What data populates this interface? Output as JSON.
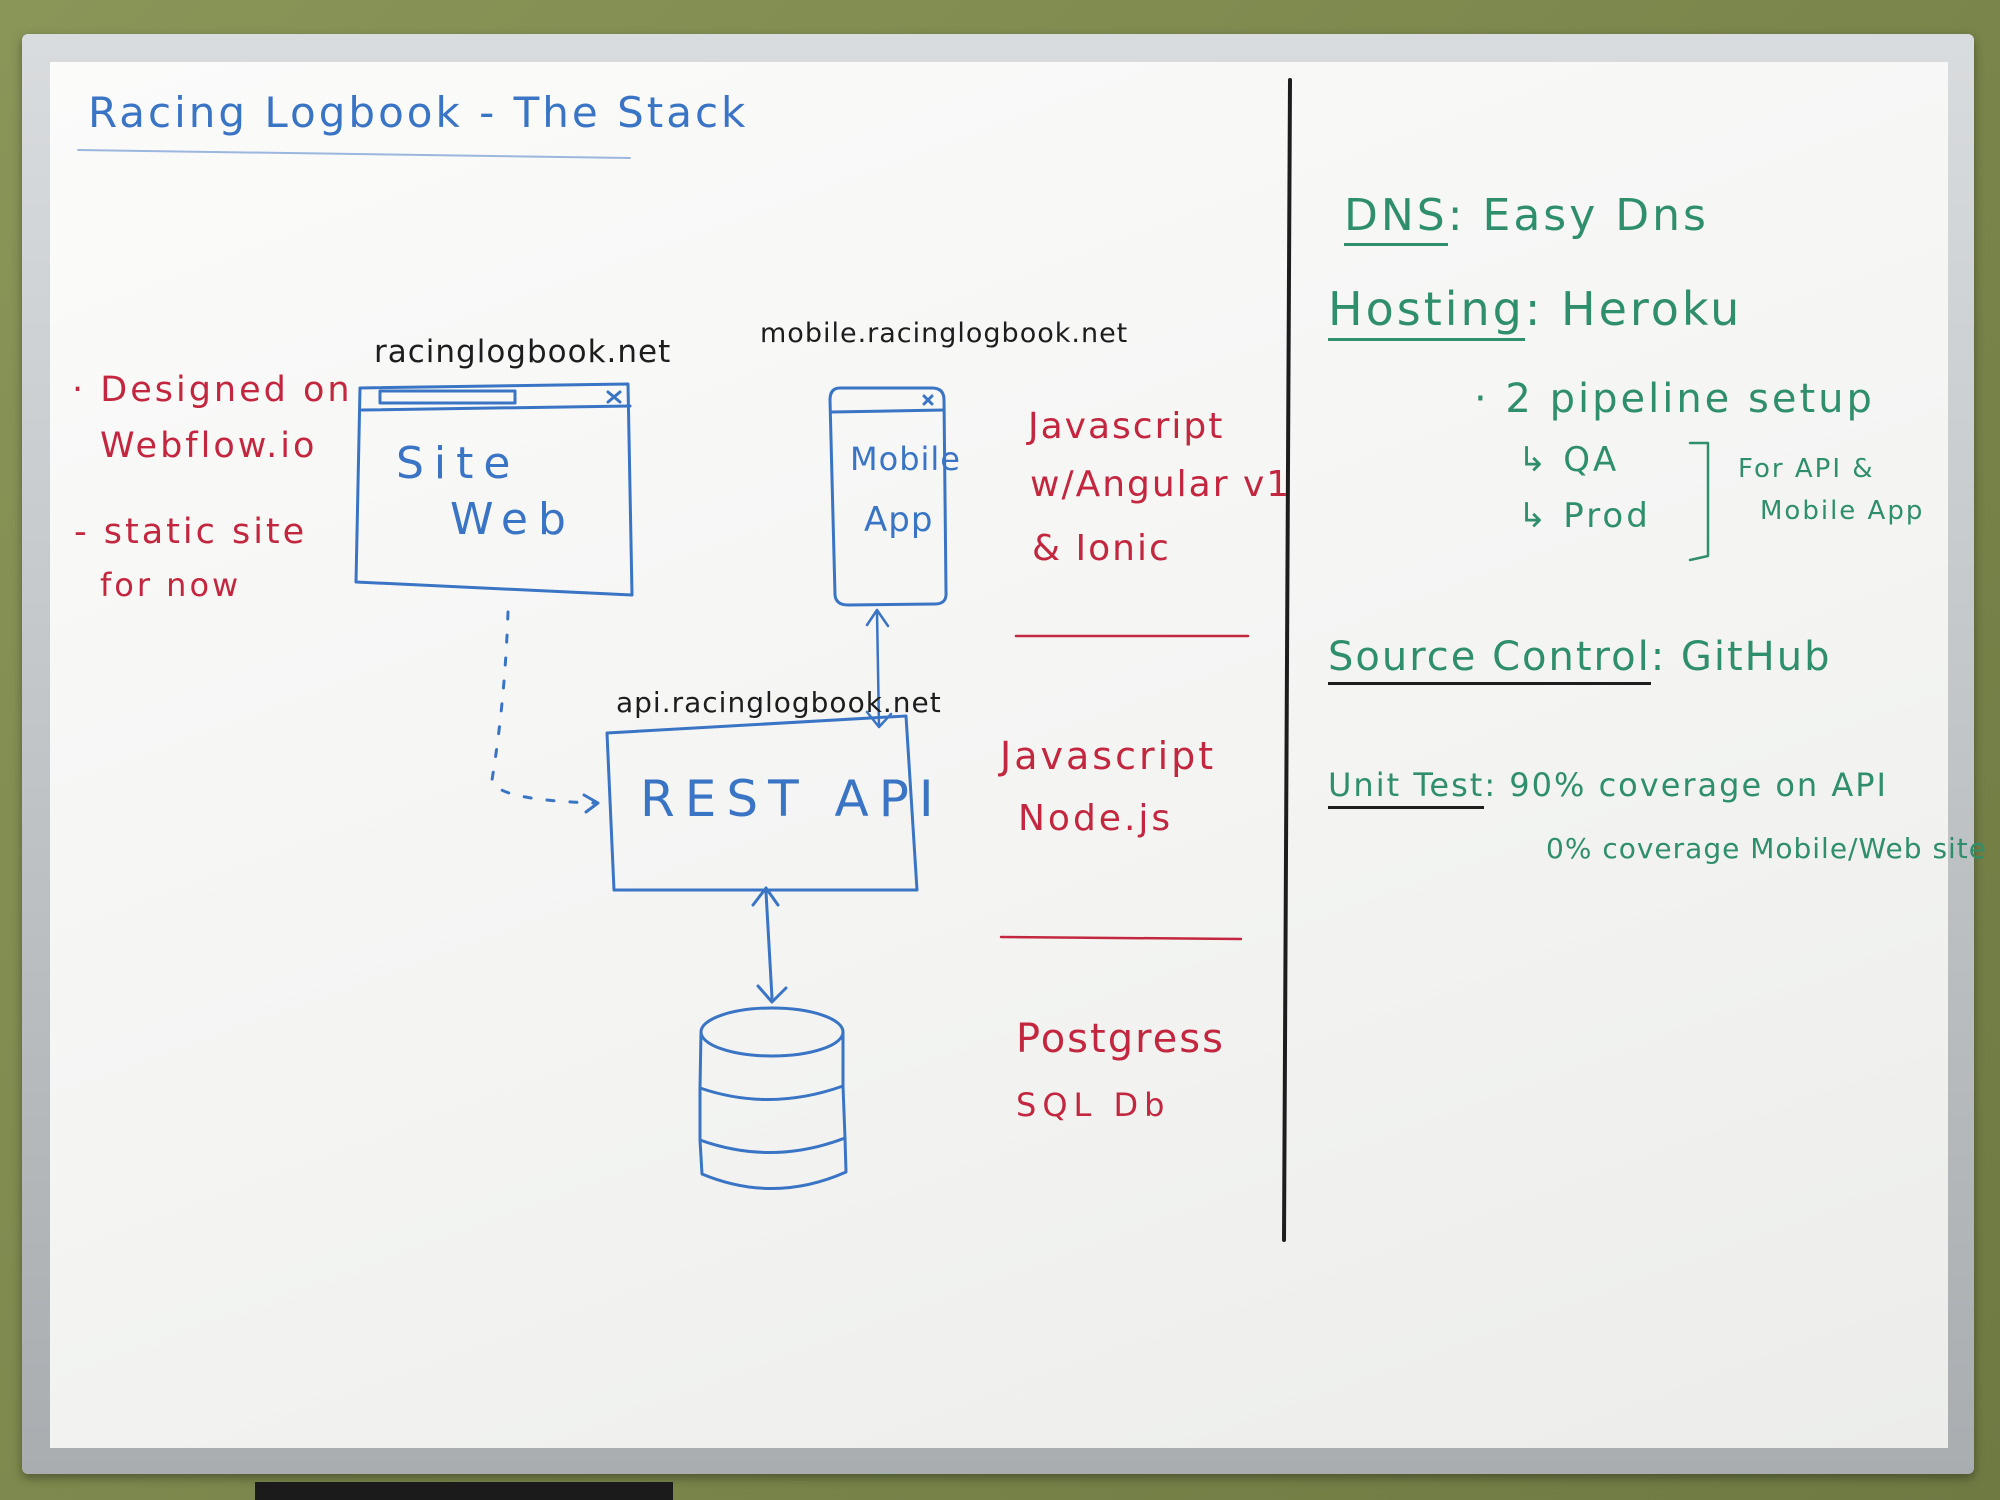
{
  "title": "Racing Logbook - The Stack",
  "website": {
    "domain": "racinglogbook.net",
    "label_line1": "Site",
    "label_line2": "Web",
    "notes": [
      "· Designed on",
      "Webflow.io",
      "- static site",
      "for now"
    ]
  },
  "mobile": {
    "domain": "mobile.racinglogbook.net",
    "label_line1": "Mobile",
    "label_line2": "App"
  },
  "api": {
    "domain": "api.racinglogbook.net",
    "label": "REST API"
  },
  "tech": {
    "frontend": [
      "Javascript",
      "w/Angular v1",
      "& Ionic"
    ],
    "backend": [
      "Javascript",
      "Node.js"
    ],
    "database": [
      "Postgress",
      "SQL Db"
    ]
  },
  "right": {
    "dns_label": "DNS",
    "dns_value": ": Easy Dns",
    "hosting_label": "Hosting",
    "hosting_value": ": Heroku",
    "pipeline": "· 2 pipeline setup",
    "qa": "↳ QA",
    "prod": "↳ Prod",
    "pipeline_note1": "For API &",
    "pipeline_note2": "Mobile App",
    "source_label": "Source Control",
    "source_value": ": GitHub",
    "test_label": "Unit Test",
    "test_value1": ": 90% coverage on API",
    "test_value2": "0% coverage Mobile/Web site"
  },
  "colors": {
    "blue_marker": "#3a74c4",
    "red_marker": "#c3273f",
    "black_marker": "#1d1d1d",
    "green_marker": "#2f8f6c"
  }
}
